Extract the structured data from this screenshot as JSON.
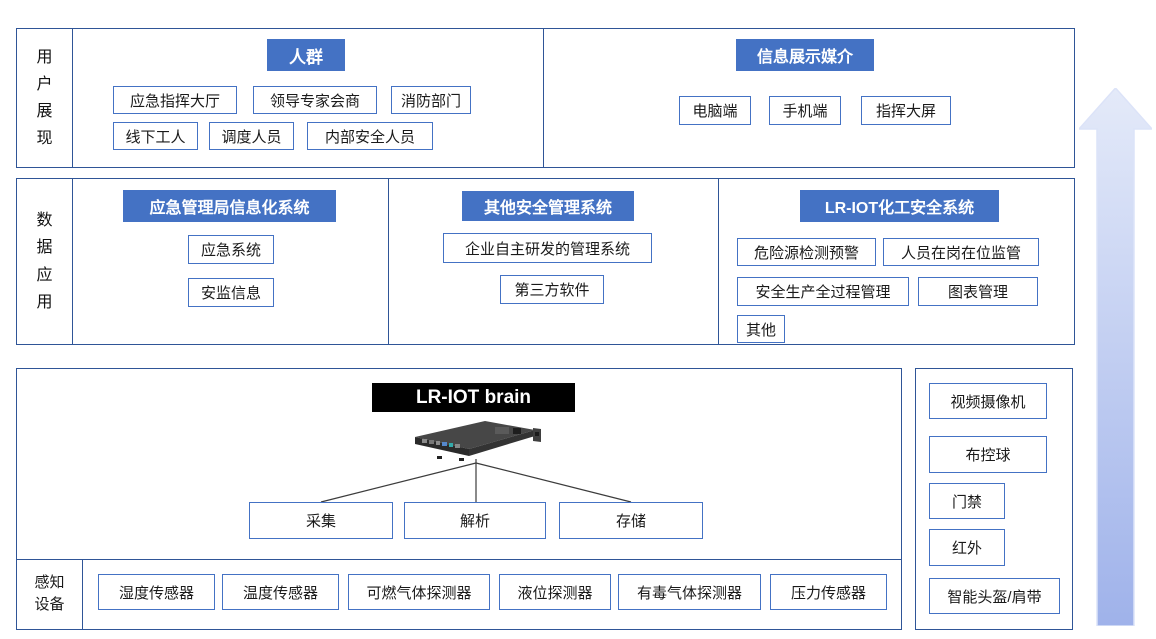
{
  "colors": {
    "header_fill": "#4472C4",
    "section_border": "#2F5597",
    "box_border": "#4472C4",
    "brain_title_bg": "#000000",
    "arrow_gradient_top": "#E4EAF9",
    "arrow_gradient_bottom": "#9FB2EA"
  },
  "user_display": {
    "label": "用户展现",
    "crowd": {
      "header": "人群",
      "row1": [
        "应急指挥大厅",
        "领导专家会商",
        "消防部门"
      ],
      "row2": [
        "线下工人",
        "调度人员",
        "内部安全人员"
      ]
    },
    "media": {
      "header": "信息展示媒介",
      "items": [
        "电脑端",
        "手机端",
        "指挥大屏"
      ]
    }
  },
  "data_application": {
    "label": "数据应用",
    "col1": {
      "header": "应急管理局信息化系统",
      "items": [
        "应急系统",
        "安监信息"
      ]
    },
    "col2": {
      "header": "其他安全管理系统",
      "items": [
        "企业自主研发的管理系统",
        "第三方软件"
      ]
    },
    "col3": {
      "header": "LR-IOT化工安全系统",
      "row1": [
        "危险源检测预警",
        "人员在岗在位监管"
      ],
      "row2": [
        "安全生产全过程管理",
        "图表管理"
      ],
      "row3": [
        "其他"
      ]
    }
  },
  "brain": {
    "title": "LR-IOT brain",
    "functions": [
      "采集",
      "解析",
      "存储"
    ],
    "sensing": {
      "label": "感知设备",
      "items": [
        "湿度传感器",
        "温度传感器",
        "可燃气体探测器",
        "液位探测器",
        "有毒气体探测器",
        "压力传感器"
      ]
    }
  },
  "devices": [
    "视频摄像机",
    "布控球",
    "门禁",
    "红外",
    "智能头盔/肩带"
  ]
}
